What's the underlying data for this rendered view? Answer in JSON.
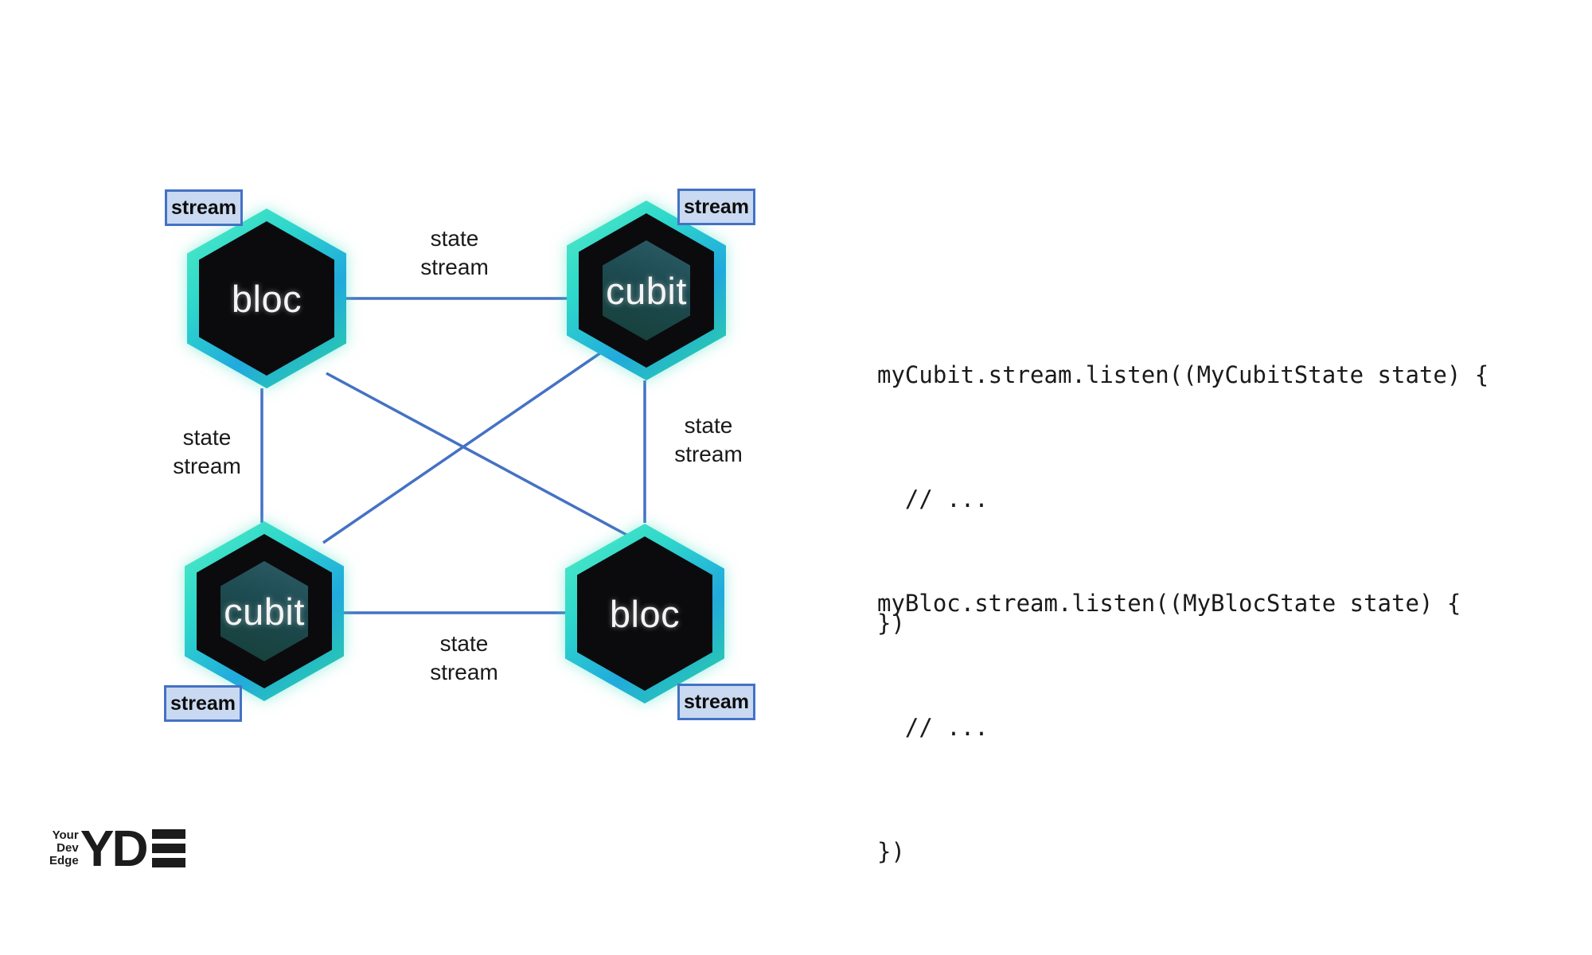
{
  "diagram": {
    "nodes": {
      "top_left": {
        "label": "bloc",
        "badge": "stream"
      },
      "top_right": {
        "label": "cubit",
        "badge": "stream"
      },
      "bottom_left": {
        "label": "cubit",
        "badge": "stream"
      },
      "bottom_right": {
        "label": "bloc",
        "badge": "stream"
      }
    },
    "edge_labels": {
      "top": {
        "line1": "state",
        "line2": "stream"
      },
      "left": {
        "line1": "state",
        "line2": "stream"
      },
      "right": {
        "line1": "state",
        "line2": "stream"
      },
      "bottom": {
        "line1": "state",
        "line2": "stream"
      }
    }
  },
  "code_blocks": [
    {
      "lines": [
        "myCubit.stream.listen((MyCubitState state) {",
        "  // ...",
        "})"
      ]
    },
    {
      "lines": [
        "myBloc.stream.listen((MyBlocState state) {",
        "  // ...",
        "})"
      ]
    }
  ],
  "logo": {
    "tagline": [
      "Your",
      "Dev",
      "Edge"
    ],
    "monogram": [
      "Y",
      "D",
      "E"
    ]
  },
  "colors": {
    "edge_line": "#4472c4",
    "badge_fill": "#c9d9f1",
    "badge_border": "#4472c4",
    "hex_teal": "#4fe9c5",
    "hex_cyan": "#21aadd",
    "hex_green": "#2bd0a6",
    "code_text": "#1a1a1a"
  }
}
